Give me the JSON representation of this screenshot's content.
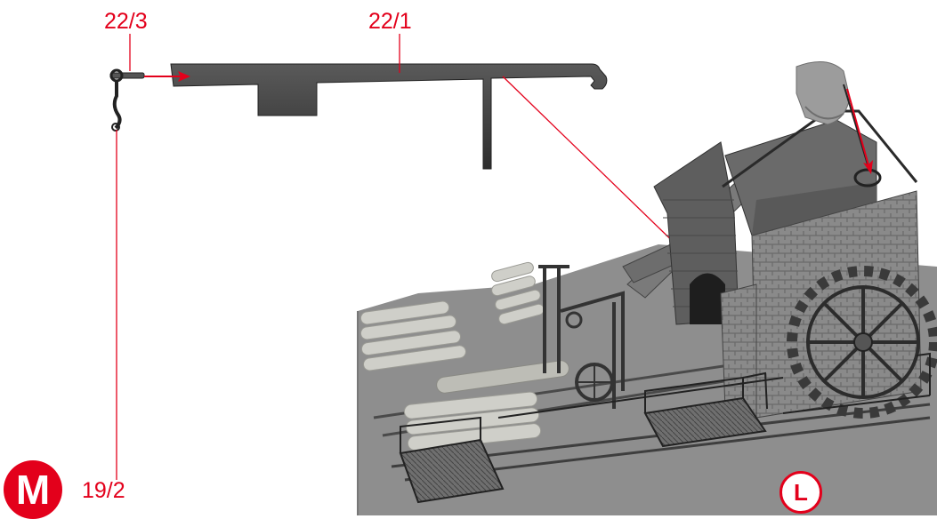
{
  "labels": {
    "part_22_3": "22/3",
    "part_22_1": "22/1",
    "part_19_2": "19/2"
  },
  "badges": {
    "m": "M",
    "l": "L"
  },
  "colors": {
    "accent": "#e3001b",
    "metal": "#3a3a3a",
    "model_grey": "#8e8e8e"
  }
}
